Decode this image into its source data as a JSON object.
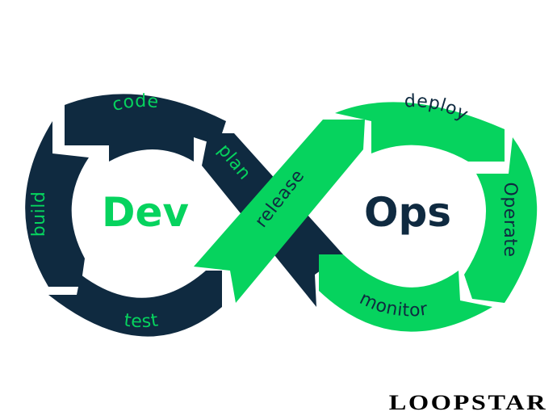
{
  "colors": {
    "dev": "#0f2a40",
    "ops": "#06d35e",
    "background": "#ffffff",
    "brand_text": "#000000"
  },
  "dev": {
    "title": "Dev",
    "stages": [
      "code",
      "build",
      "test",
      "plan"
    ]
  },
  "ops": {
    "title": "Ops",
    "stages": [
      "release",
      "deploy",
      "Operate",
      "monitor"
    ]
  },
  "labels": {
    "code": "code",
    "build": "build",
    "test": "test",
    "plan": "plan",
    "release": "release",
    "deploy": "deploy",
    "operate": "Operate",
    "monitor": "monitor",
    "dev": "Dev",
    "ops": "Ops"
  },
  "brand": {
    "name": "LOOPSTAR"
  }
}
